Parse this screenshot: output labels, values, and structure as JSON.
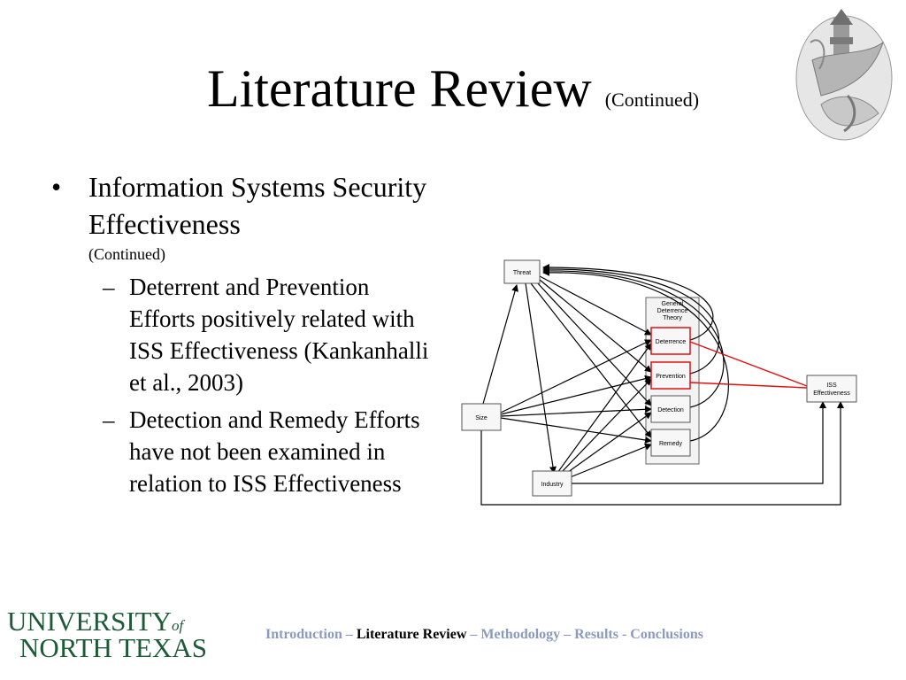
{
  "slide": {
    "title": "Literature Review",
    "title_suffix": "(Continued)"
  },
  "bullets": {
    "main_symbol": "•",
    "main_text": "Information Systems Security Effectiveness",
    "main_suffix": "(Continued)",
    "sub_symbol": "–",
    "sub_items": [
      "Deterrent and Prevention Efforts positively related with ISS Effectiveness (Kankanhalli et al., 2003)",
      "Detection and Remedy Efforts have not been examined in relation to ISS Effectiveness"
    ]
  },
  "diagram": {
    "nodes": {
      "threat": "Threat",
      "size": "Size",
      "industry": "Industry",
      "group_line1": "General",
      "group_line2": "Deterrence",
      "group_line3": "Theory",
      "deterrence": "Deterrence",
      "prevention": "Prevention",
      "detection": "Detection",
      "remedy": "Remedy",
      "iss_line1": "ISS",
      "iss_line2": "Effectiveness"
    },
    "highlight_color": "#e01010"
  },
  "logo": {
    "line1": "UNIVERSITY",
    "of": "of",
    "line2": "NORTH TEXAS",
    "color": "#1e5a37"
  },
  "footer": {
    "introduction": "Introduction",
    "sep1": " – ",
    "literature_review": "Literature Review",
    "sep2": " – ",
    "methodology": "Methodology",
    "sep3": " – ",
    "results": "Results",
    "sep4": " - ",
    "conclusions": "Conclusions",
    "muted_color": "#8a9ac0"
  }
}
